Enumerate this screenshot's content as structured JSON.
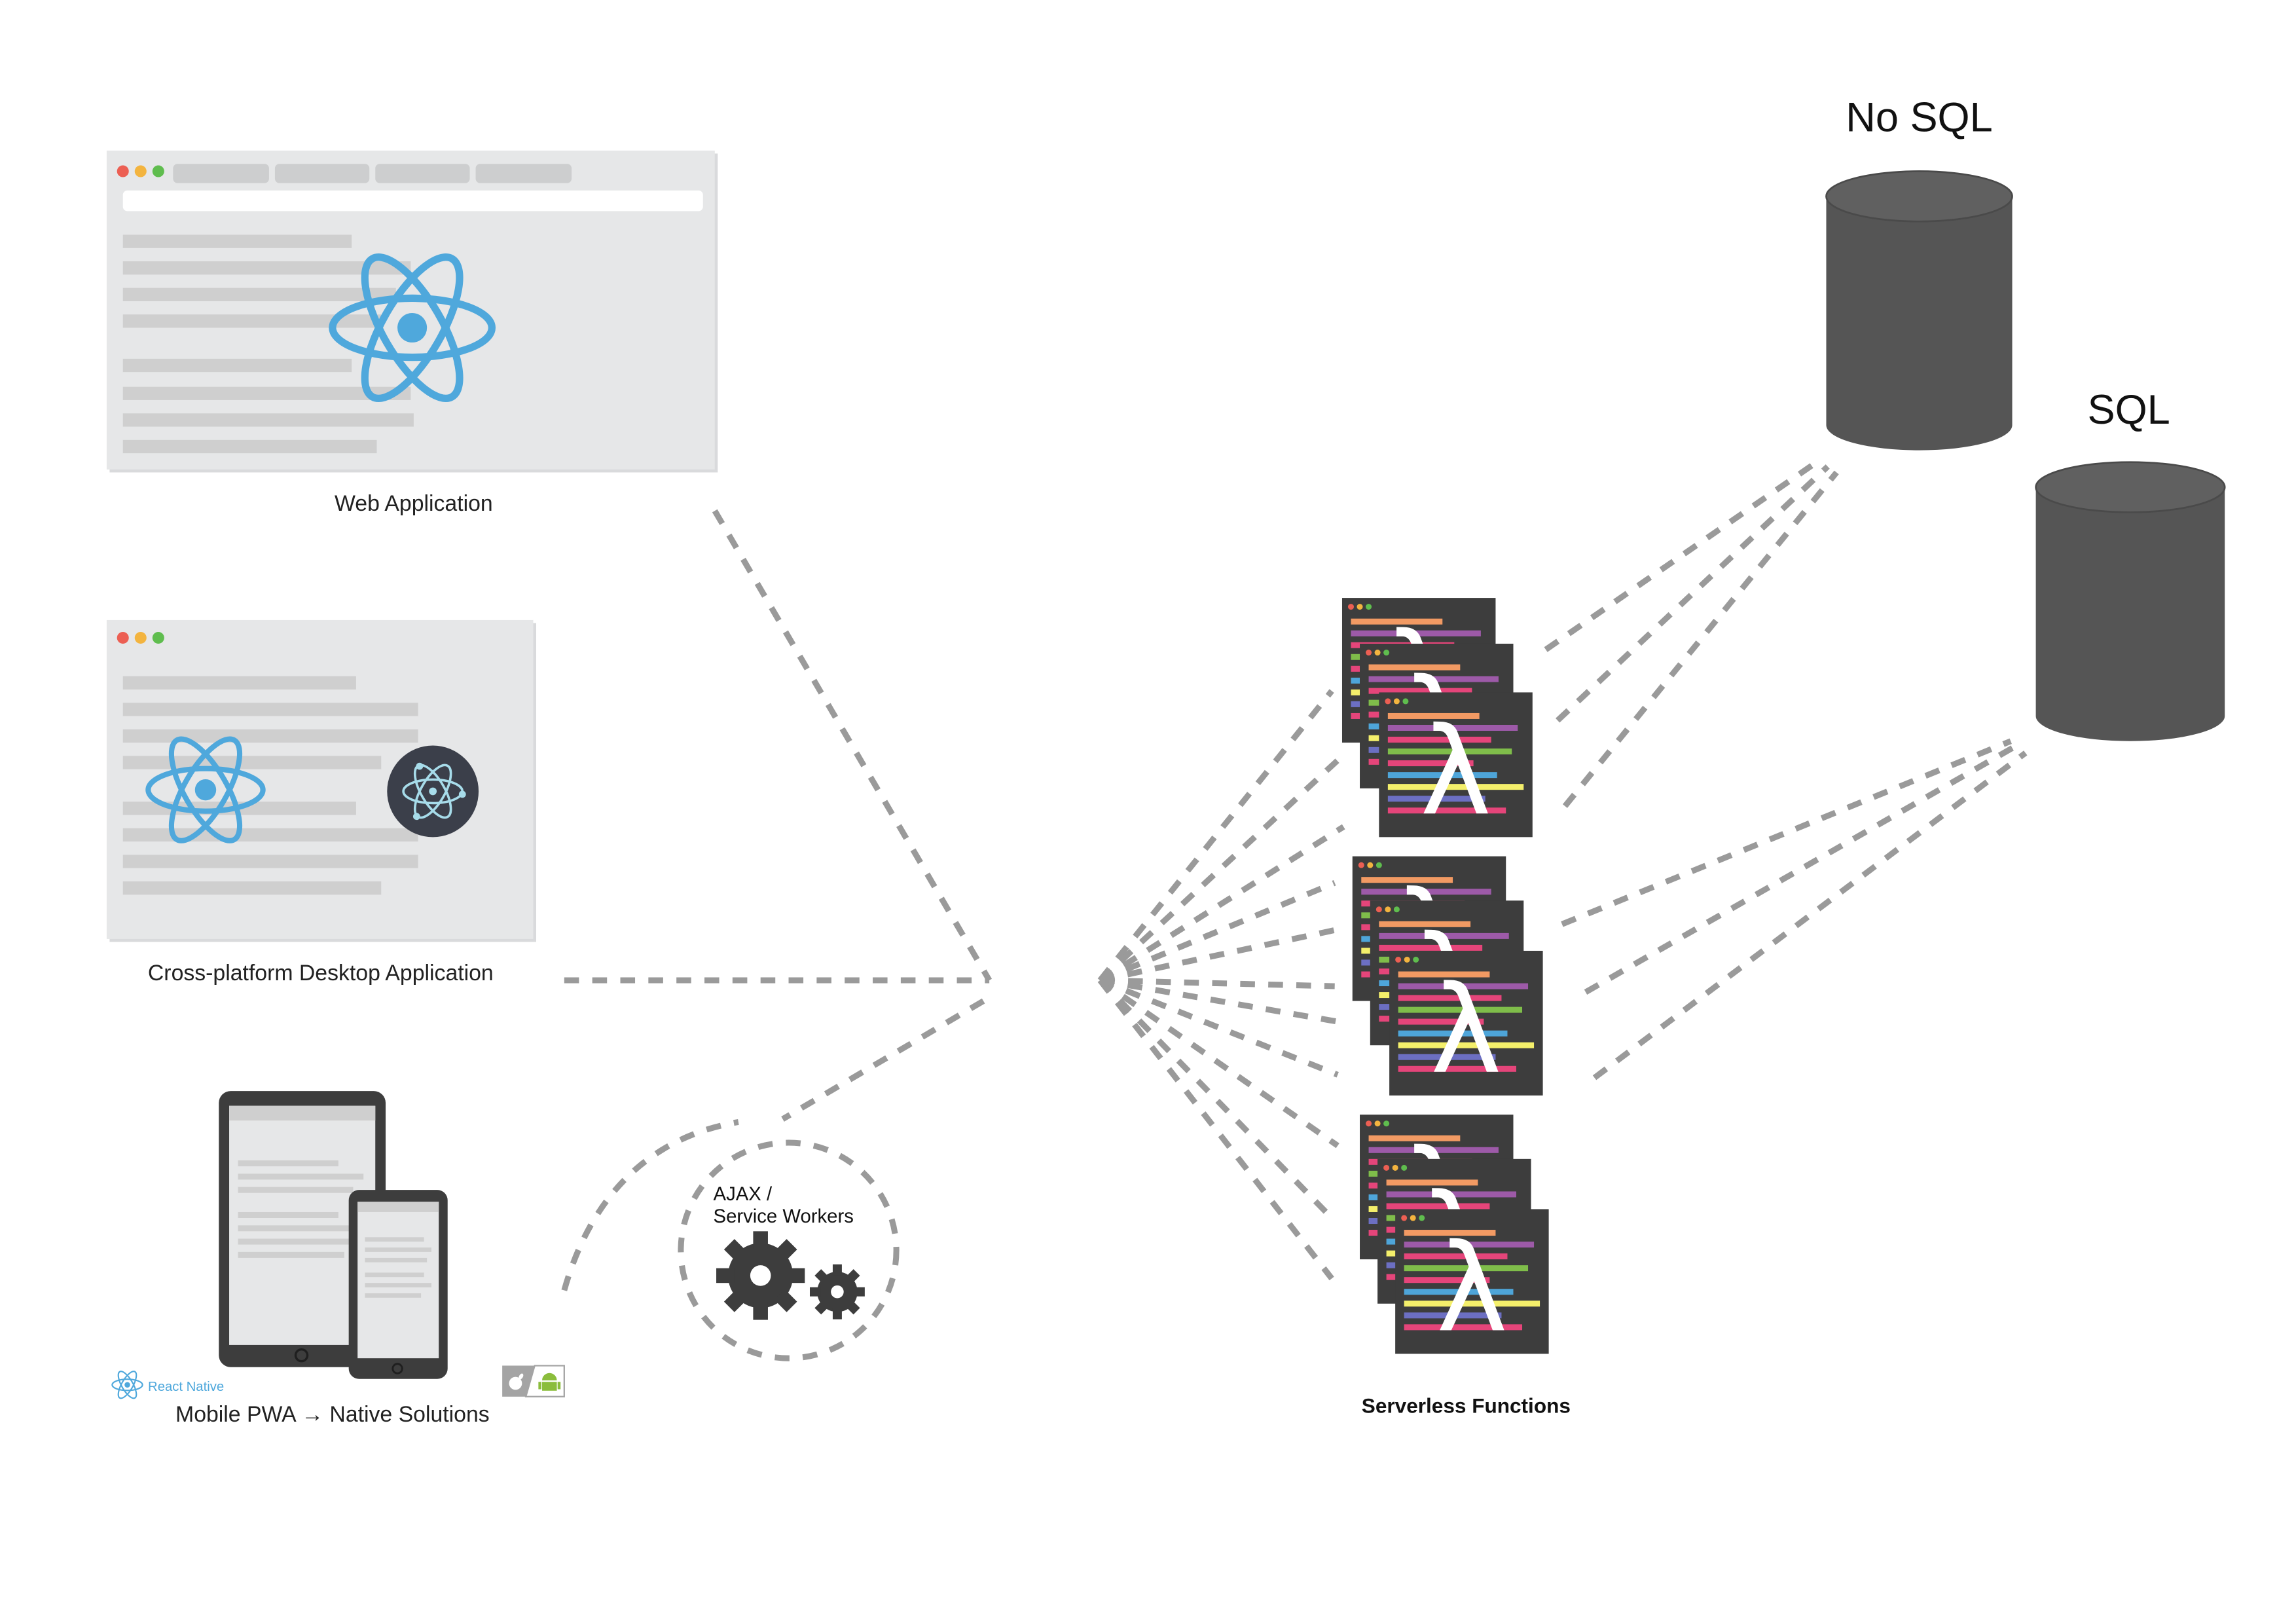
{
  "labels": {
    "web_app": "Web Application",
    "desktop_app": "Cross-platform Desktop Application",
    "mobile": "Mobile PWA → Native Solutions",
    "react_native": "React Native",
    "ajax_line1": "AJAX /",
    "ajax_line2": "Service Workers",
    "serverless": "Serverless Functions",
    "nosql": "No SQL",
    "sql": "SQL",
    "lambda": "λ"
  },
  "colors": {
    "react_blue": "#4fa8dc",
    "db_gray": "#555555",
    "connector_gray": "#9a9a9a",
    "window_bg": "#e6e7e8",
    "code_window_bg": "#3d3d3d",
    "electron_bg": "#3b3f4a",
    "traffic_red": "#ec5f53",
    "traffic_yellow": "#f3b43f",
    "traffic_green": "#5fbd4e",
    "code_orange": "#f29a63",
    "code_purple": "#9d5aa8",
    "code_pink": "#e5457a",
    "code_green": "#7fbd4a",
    "code_blue": "#4ea5d9",
    "code_yellow": "#f4ef6b",
    "code_violet": "#6c6fc2"
  },
  "icons": [
    "react-logo-icon",
    "electron-logo-icon",
    "apple-icon",
    "android-icon",
    "gear-icon",
    "lambda-icon",
    "database-icon"
  ]
}
